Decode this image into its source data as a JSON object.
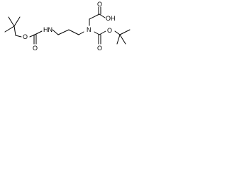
{
  "structure": {
    "atoms": {
      "acid_o_double": "O",
      "acid_oh": "OH",
      "amine_n": "N",
      "carbamate_nh": "HN",
      "left_ester_o": "O",
      "left_carbonyl_o": "O",
      "right_ester_o": "O",
      "right_carbonyl_o": "O"
    }
  },
  "colors": {
    "bond": "#000000",
    "label": "#000000",
    "background": "#ffffff"
  }
}
